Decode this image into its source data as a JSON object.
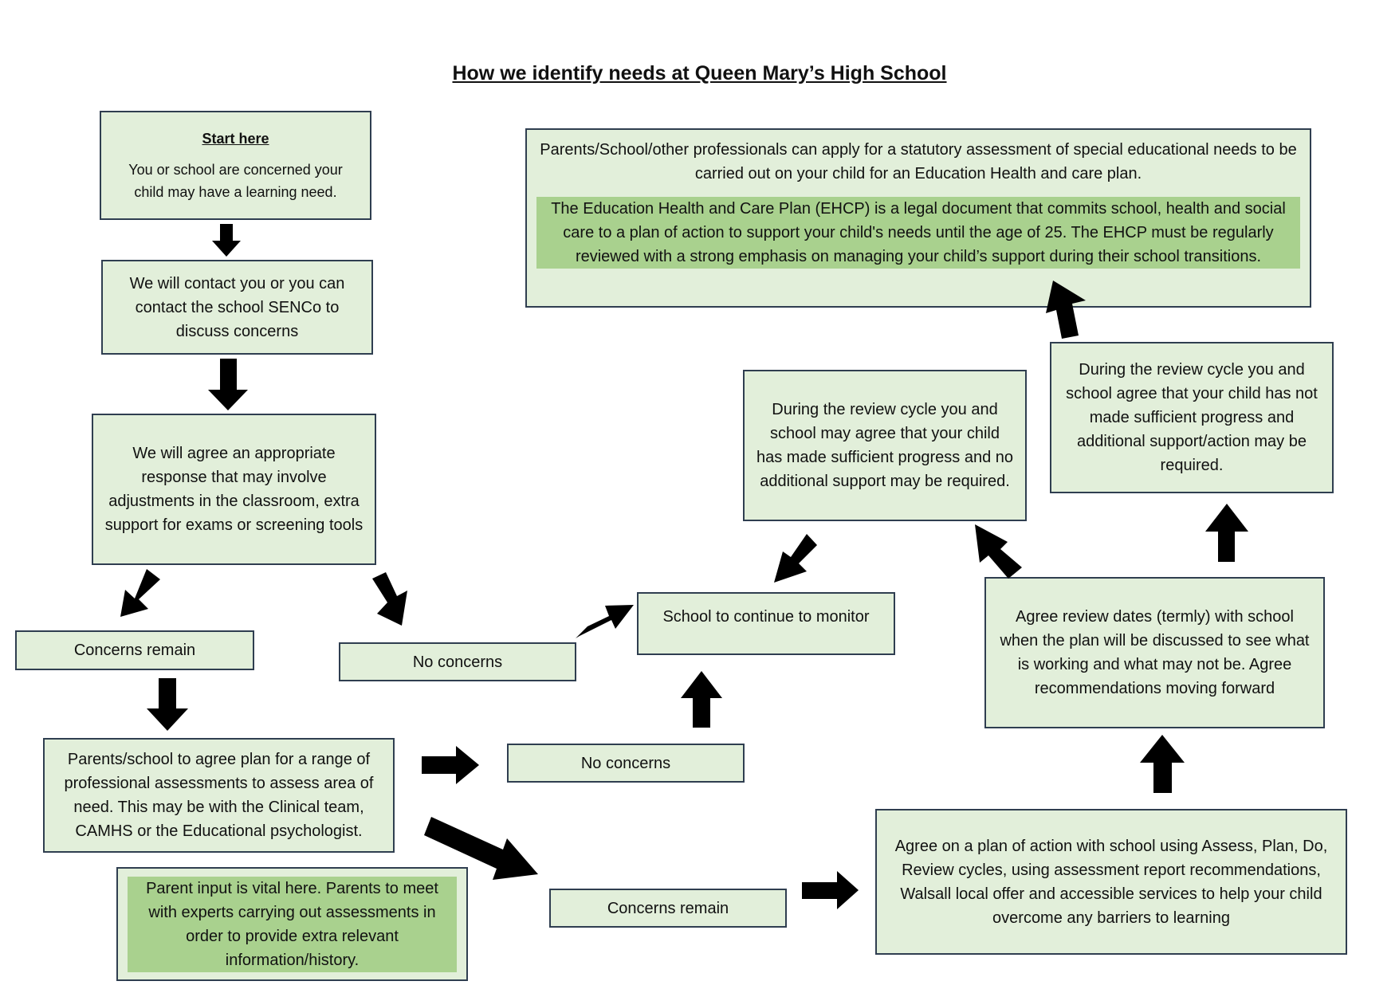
{
  "title": "How we identify needs at Queen Mary’s High School",
  "nodes": {
    "start": {
      "heading": "Start here",
      "text": "You or school are concerned your child may have a learning need."
    },
    "contact": {
      "text": "We will contact you or you can contact the school SENCo to discuss concerns"
    },
    "agree_response": {
      "text": "We will agree an appropriate response that may involve adjustments in the classroom, extra support for exams or screening tools"
    },
    "concerns_remain_1": {
      "text": "Concerns remain"
    },
    "no_concerns_1": {
      "text": "No concerns"
    },
    "monitor": {
      "text": "School to continue to monitor"
    },
    "assessments_plan": {
      "text": "Parents/school to agree plan for a range of professional assessments to assess area of need. This may be with the Clinical team, CAMHS or the Educational psychologist."
    },
    "parent_input": {
      "text": "Parent input is vital here. Parents to meet with experts carrying out assessments in order to provide extra relevant information/history."
    },
    "no_concerns_2": {
      "text": "No concerns"
    },
    "concerns_remain_2": {
      "text": "Concerns remain"
    },
    "plan_of_action": {
      "text": "Agree on a plan of action with school using Assess, Plan, Do, Review cycles, using assessment report recommendations, Walsall local offer and accessible services to help your child overcome any barriers to learning"
    },
    "review_dates": {
      "text": "Agree review dates (termly) with school when the plan will be discussed to see what is working and what may not be. Agree recommendations moving forward"
    },
    "sufficient_progress": {
      "text": "During the review cycle you and school may agree that your child has made sufficient progress and no additional support may be required."
    },
    "insufficient_progress": {
      "text": "During the review cycle you and school agree that your child has not made sufficient progress and additional support/action may be required."
    },
    "ehcp": {
      "text": "Parents/School/other professionals can apply for a statutory assessment of special educational needs to be carried out on your child for an Education Health and care plan.",
      "highlight": "The Education Health and Care Plan (EHCP) is a legal document that commits school, health and social care to a plan of action to support your child's needs until the age of 25. The EHCP must be regularly reviewed with a strong emphasis on managing your child’s support during their school transitions."
    }
  },
  "colors": {
    "box_fill": "#e2efda",
    "highlight_fill": "#a9d18e",
    "border": "#2f3e50",
    "arrow": "#000000"
  }
}
